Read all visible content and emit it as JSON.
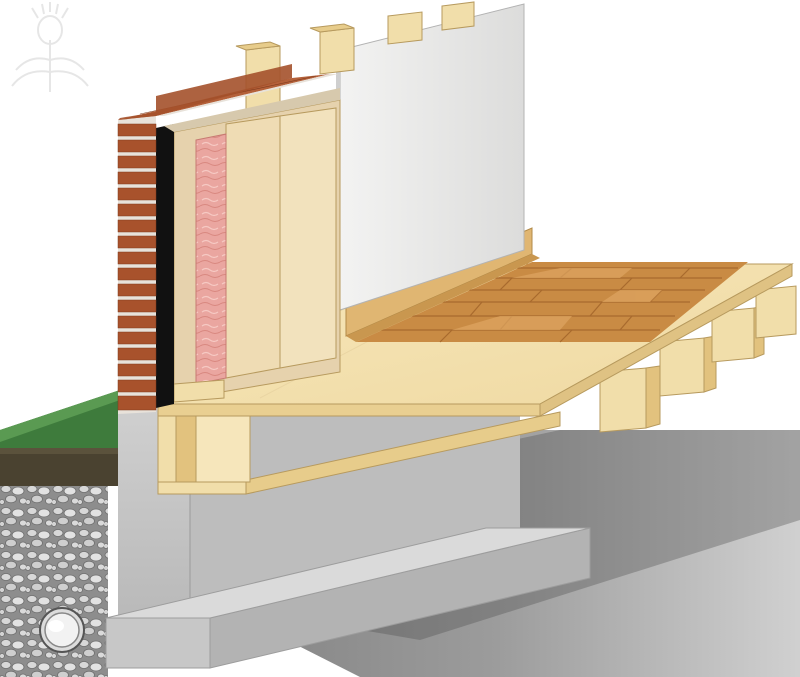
{
  "diagram": {
    "components": [
      "watermark-thistle-logo",
      "brick-veneer",
      "air-gap",
      "sheathing",
      "insulation-batt",
      "wall-stud",
      "drywall",
      "baseboard",
      "hardwood-flooring",
      "subfloor",
      "sill-plate",
      "rim-joist",
      "floor-joist",
      "foundation-wall",
      "footing",
      "gravel-backfill",
      "drain-pipe",
      "lawn-grass",
      "topsoil",
      "crawlspace-shadow"
    ]
  },
  "colors": {
    "brick": "#a8522c",
    "mortar": "#e8e2da",
    "insulation": "#e9a39c",
    "sheathing": "#e6d2ad",
    "wood_light": "#f1deaa",
    "wood_mid": "#e7cc8b",
    "drywall": "#ecebea",
    "floor_board": "#c98b44",
    "concrete": "#c9c9c9",
    "concrete_dark": "#9e9e9e",
    "grass": "#3e7b3c",
    "soil": "#4a4230",
    "gravel": "#8c8c8c"
  }
}
